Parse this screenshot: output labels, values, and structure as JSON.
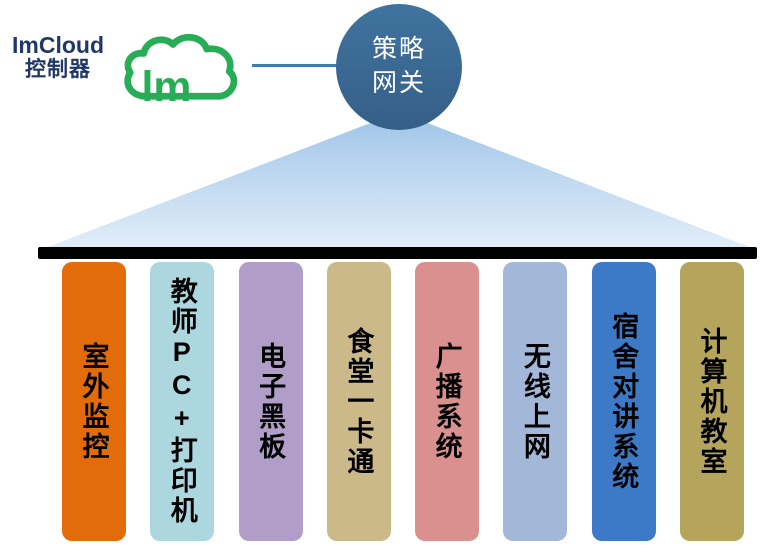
{
  "header": {
    "brand_line1": "ImCloud",
    "brand_line2": "控制器",
    "cloud_text": "lm",
    "gateway_line1": "策略",
    "gateway_line2": "网关"
  },
  "columns": [
    {
      "label": "室外监控",
      "color": "#E36C0A"
    },
    {
      "label": "教师PC+打印机",
      "color": "#ACD7DE"
    },
    {
      "label": "电子黑板",
      "color": "#B09DC8"
    },
    {
      "label": "食堂一卡通",
      "color": "#CBB98A"
    },
    {
      "label": "广播系统",
      "color": "#D9908F"
    },
    {
      "label": "无线上网",
      "color": "#A3B7D9"
    },
    {
      "label": "宿舍对讲系统",
      "color": "#3C7AC8"
    },
    {
      "label": "计算机教室",
      "color": "#B4A45C"
    }
  ],
  "colors": {
    "brand_text": "#1F3864",
    "cloud": "#28AC56",
    "connector": "#3E7CB1",
    "gateway_top": "#40739F",
    "gateway_bottom": "#355F87",
    "funnel_top": "#9EC4E8",
    "funnel_bottom": "#E3EEF9",
    "bar": "#000000",
    "column_label": "#000000"
  }
}
